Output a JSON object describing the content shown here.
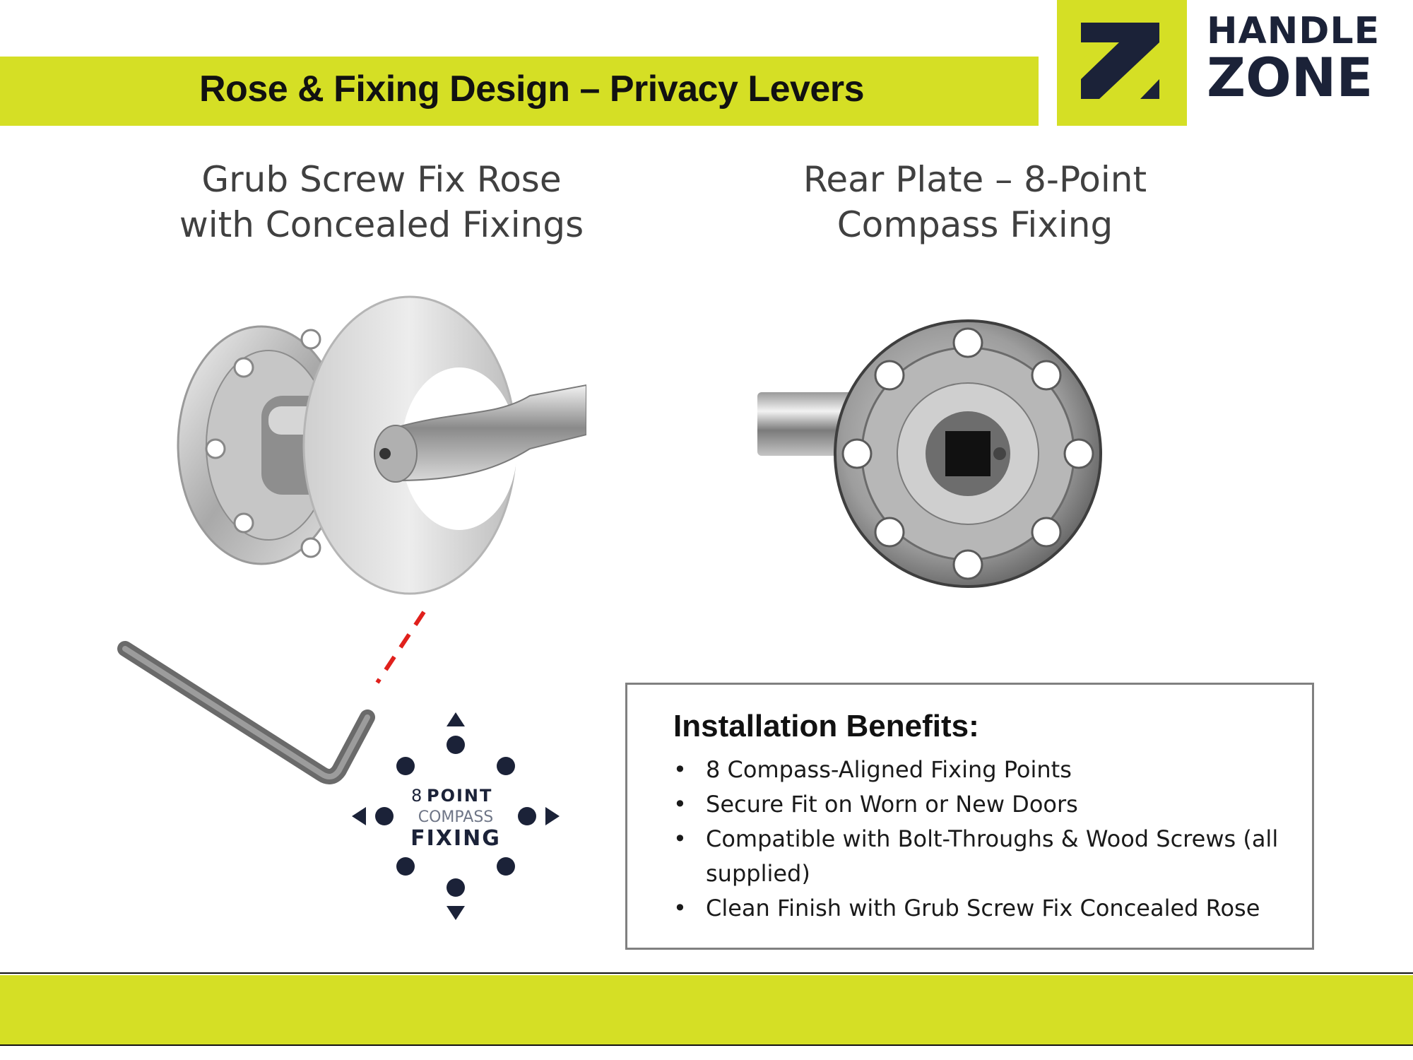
{
  "header": {
    "title": "Rose & Fixing Design – Privacy Levers",
    "brand": {
      "line1": "HANDLE",
      "line2": "ZONE"
    }
  },
  "sections": {
    "left": {
      "heading_line1": "Grub Screw Fix Rose",
      "heading_line2": "with Concealed Fixings"
    },
    "right": {
      "heading_line1": "Rear Plate – 8-Point",
      "heading_line2": "Compass Fixing"
    }
  },
  "compass_badge": {
    "number": "8",
    "word1": "POINT",
    "word2": "COMPASS",
    "word3": "FIXING"
  },
  "benefits": {
    "title": "Installation Benefits:",
    "bullet": "•",
    "items": [
      "8 Compass-Aligned Fixing Points",
      "Secure Fit on Worn or New Doors",
      "Compatible with Bolt-Throughs & Wood Screws (all supplied)",
      "Clean Finish with Grub Screw Fix Concealed Rose"
    ]
  },
  "colors": {
    "accent": "#d5df25",
    "brand_dark": "#1b2238",
    "heading_text": "#404040",
    "dashed_line": "#e0201c",
    "box_border": "#808080"
  },
  "icons": [
    "handlezone-logo-icon",
    "grub-screw-rose-icon",
    "allen-key-icon",
    "rear-plate-icon",
    "compass-fixing-icon"
  ]
}
